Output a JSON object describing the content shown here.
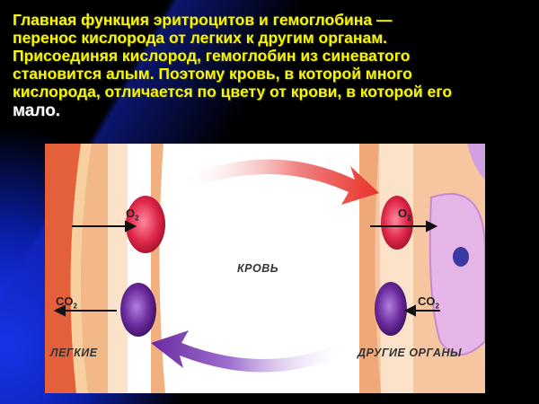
{
  "slide": {
    "text_lines": [
      "Главная функция эритроцитов и гемоглобина —",
      "перенос кислорода от легких к другим органам.",
      "Присоединяя кислород, гемоглобин из синеватого",
      "становится алым. Поэтому кровь, в которой много",
      "кислорода, отличается по цвету от крови, в которой его",
      "мало."
    ]
  },
  "diagram": {
    "label_lungs": "ЛЕГКИЕ",
    "label_organs": "ДРУГИЕ ОРГАНЫ",
    "label_blood": "КРОВЬ",
    "o2_base": "O",
    "o2_sub": "2",
    "co2_base": "CO",
    "co2_sub": "2"
  },
  "colors": {
    "title_text": "#f7f700",
    "oxygenated_cell": "#e0284a",
    "deoxygenated_cell": "#6a2a9a",
    "arrow_red": "#e8322a",
    "arrow_purple": "#7a3ab0"
  }
}
